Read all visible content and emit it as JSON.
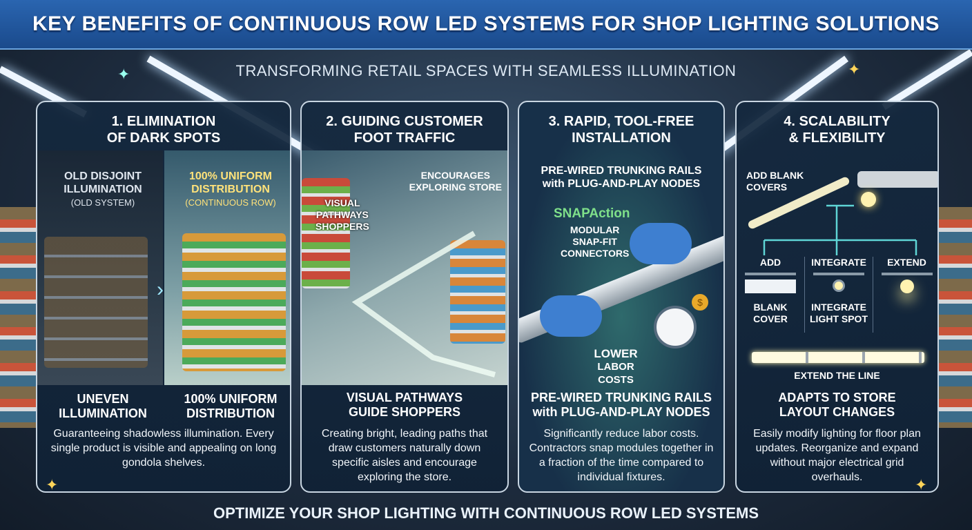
{
  "title": "KEY BENEFITS OF CONTINUOUS ROW LED SYSTEMS FOR SHOP LIGHTING SOLUTIONS",
  "subtitle": "TRANSFORMING RETAIL SPACES WITH SEAMLESS ILLUMINATION",
  "panels": [
    {
      "title": [
        "1. ELIMINATION",
        "OF DARK SPOTS"
      ],
      "left": {
        "heading": [
          "OLD DISJOINT",
          "ILLUMINATION"
        ],
        "note": "(OLD SYSTEM)",
        "bottom": [
          "UNEVEN",
          "ILLUMINATION"
        ]
      },
      "right": {
        "heading": [
          "100% UNIFORM",
          "DISTRIBUTION"
        ],
        "note": "(CONTINUOUS ROW)",
        "bottom": [
          "100% UNIFORM",
          "DISTRIBUTION"
        ]
      },
      "desc": "Guaranteeing shadowless illumination. Every single product is visible and appealing on long gondola shelves."
    },
    {
      "title": [
        "2. GUIDING CUSTOMER",
        "FOOT TRAFFIC"
      ],
      "callouts": [
        [
          "ENCOURAGES",
          "EXPLORING STORE"
        ],
        [
          "VISUAL",
          "PATHWAYS",
          "SHOPPERS"
        ]
      ],
      "label": [
        "VISUAL PATHWAYS",
        "GUIDE SHOPPERS"
      ],
      "desc": "Creating bright, leading paths that draw customers naturally down specific aisles and encourage exploring the store."
    },
    {
      "title": [
        "3. RAPID, TOOL-FREE",
        "INSTALLATION"
      ],
      "heading": [
        "PRE-WIRED TRUNKING RAILS",
        "with PLUG-AND-PLAY NODES"
      ],
      "brand": "SNAPAction",
      "connectors": [
        "MODULAR",
        "SNAP-FIT",
        "CONNECTORS"
      ],
      "cost": [
        "LOWER",
        "LABOR COSTS"
      ],
      "label": [
        "PRE-WIRED TRUNKING RAILS",
        "with PLUG-AND-PLAY NODES"
      ],
      "desc": "Significantly reduce labor costs. Contractors snap modules together in a fraction of the time compared to individual fixtures."
    },
    {
      "title": [
        "4. SCALABILITY",
        "& FLEXIBILITY"
      ],
      "add_blank": [
        "ADD BLANK",
        "COVERS"
      ],
      "options": [
        {
          "label": "ADD",
          "caption": [
            "BLANK",
            "COVER"
          ]
        },
        {
          "label": "INTEGRATE",
          "caption": [
            "INTEGRATE",
            "LIGHT SPOT"
          ]
        },
        {
          "label": "EXTEND",
          "caption": []
        }
      ],
      "extend": "EXTEND THE LINE",
      "label": [
        "ADAPTS TO STORE",
        "LAYOUT CHANGES"
      ],
      "desc": "Easily modify lighting for floor plan updates. Reorganize and expand without major electrical grid overhauls."
    }
  ],
  "footer": "OPTIMIZE YOUR SHOP LIGHTING WITH CONTINUOUS ROW LED SYSTEMS",
  "colors": {
    "header": "#1f56a0",
    "panel": "#14283e",
    "accent_green": "#7fe08a",
    "accent_yellow": "#ffe27a",
    "teal": "#5fd6d6"
  }
}
